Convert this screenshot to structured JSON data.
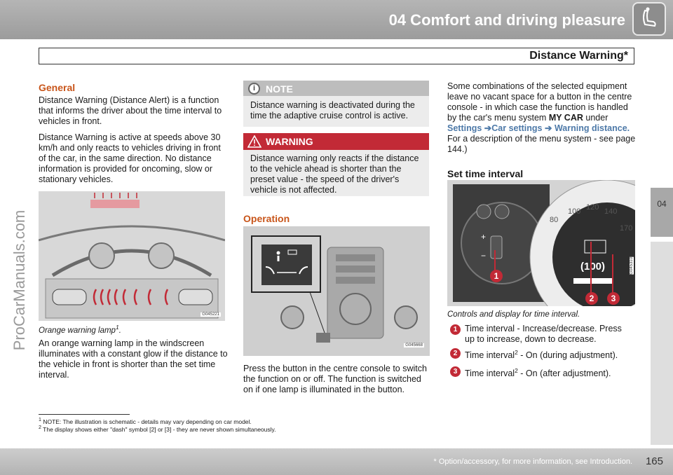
{
  "header": {
    "chapter_title": "04 Comfort and driving pleasure",
    "section_title": "Distance Warning*"
  },
  "side_tab": {
    "label": "04"
  },
  "watermark": "ProCarManuals.com",
  "col1": {
    "heading": "General",
    "para1": "Distance Warning (Distance Alert) is a function that informs the driver about the time interval to vehicles in front.",
    "para2": "Distance Warning is active at speeds above 30 km/h and only reacts to vehicles driving in front of the car, in the same direction. No distance information is provided for oncoming, slow or stationary vehicles.",
    "figure_code": "G045221",
    "caption": "Orange warning lamp",
    "caption_sup": "1",
    "caption_end": ".",
    "para3": "An orange warning lamp in the windscreen illuminates with a constant glow if the distance to the vehicle in front is shorter than the set time interval."
  },
  "col2": {
    "note": {
      "title": "NOTE",
      "text": "Distance warning is deactivated during the time the adaptive cruise control is active."
    },
    "warning": {
      "title": "WARNING",
      "text": "Distance warning only reacts if the distance to the vehicle ahead is shorter than the preset value - the speed of the driver's vehicle is not affected."
    },
    "heading": "Operation",
    "figure_code": "G045668",
    "para": "Press the button in the centre console to switch the function on or off. The function is switched on if one lamp is illuminated in the button."
  },
  "col3": {
    "para_start": "Some combinations of the selected equipment leave no vacant space for a button in the centre console - in which case the function is handled by the car's menu system",
    "my_car": "MY CAR",
    "under": "under",
    "path1": "Settings",
    "path2": "Car settings",
    "path3": "Warning distance.",
    "para_end": "For a description of the menu system - see page 144.)",
    "heading": "Set time interval",
    "figure_code": "G045310",
    "speed_value": "(100)",
    "caption": "Controls and display for time interval.",
    "items": [
      {
        "num": "1",
        "text": "Time interval - Increase/decrease. Press up to increase, down to decrease."
      },
      {
        "num": "2",
        "text": "Time interval",
        "sup": "2",
        "rest": " - On (during adjustment)."
      },
      {
        "num": "3",
        "text": "Time interval",
        "sup": "2",
        "rest": " - On (after adjustment)."
      }
    ]
  },
  "footnotes": [
    {
      "num": "1",
      "text": "NOTE: The illustration is schematic - details may vary depending on car model."
    },
    {
      "num": "2",
      "text": "The display shows either \"dash\" symbol [2] or [3] - they are never shown simultaneously."
    }
  ],
  "footer": {
    "note": "* Option/accessory, for more information, see Introduction.",
    "page": "165"
  },
  "colors": {
    "header": "#a8a8a8",
    "accent_orange": "#c8551a",
    "warning_red": "#c22a36",
    "link_blue": "#4d79a8"
  }
}
